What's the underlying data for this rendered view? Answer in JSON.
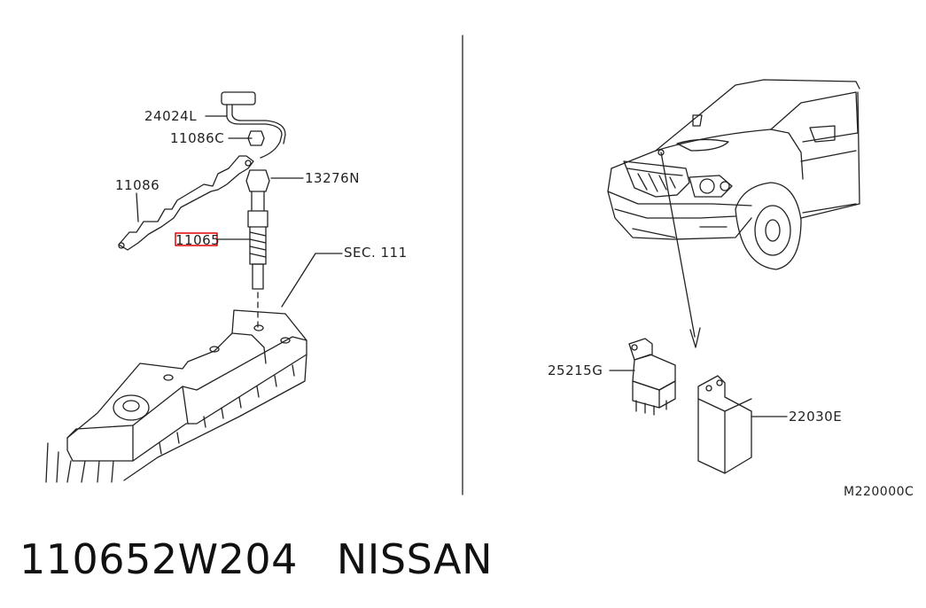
{
  "diagram": {
    "labels": {
      "p24024L": "24024L",
      "p11086C": "11086C",
      "p11086": "11086",
      "p13276N": "13276N",
      "p11065": "11065",
      "sec111": "SEC. 111",
      "p25215G": "25215G",
      "p22030E": "22030E",
      "ref": "M220000C"
    },
    "highlight_color": "#e00000"
  },
  "caption": {
    "part_number": "110652W204",
    "brand": "NISSAN"
  }
}
